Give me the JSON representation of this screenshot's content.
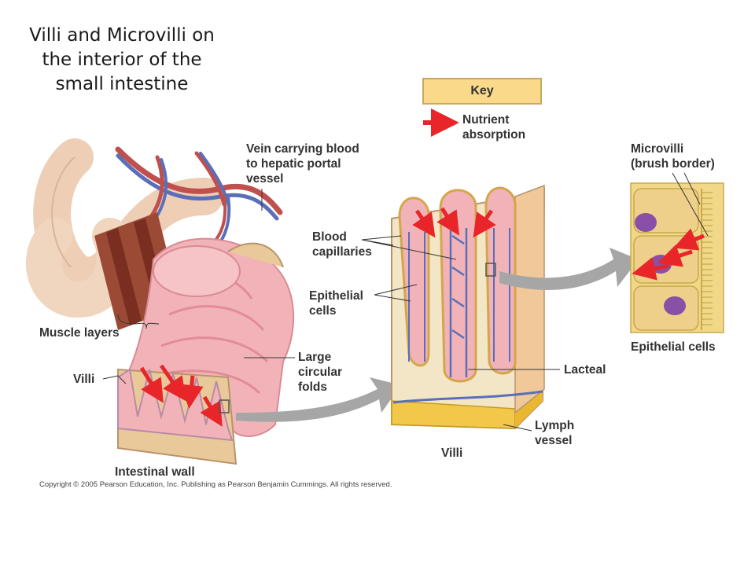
{
  "title": "Villi and Microvilli on the interior of the small intestine",
  "key": {
    "heading": "Key",
    "legend_label": "Nutrient\nabsorption",
    "arrow_color": "#e8262a"
  },
  "labels": {
    "vein": "Vein carrying blood\nto hepatic portal\nvessel",
    "muscle_layers": "Muscle layers",
    "villi_left": "Villi",
    "intestinal_wall": "Intestinal wall",
    "large_circular_folds": "Large\ncircular\nfolds",
    "blood_capillaries": "Blood\ncapillaries",
    "epithelial_cells_mid": "Epithelial\ncells",
    "lacteal": "Lacteal",
    "lymph_vessel": "Lymph\nvessel",
    "villi_bottom": "Villi",
    "microvilli": "Microvilli\n(brush border)",
    "epithelial_cells_right": "Epithelial cells"
  },
  "copyright": "Copyright © 2005 Pearson Education, Inc. Publishing as Pearson Benjamin Cummings. All rights reserved.",
  "colors": {
    "tissue_pink": "#f2b3b8",
    "wall_tan": "#e9c99a",
    "vein_blue": "#5a6fb8",
    "artery_red": "#c0504d",
    "muscle_brown": "#8a3a2a",
    "connector_gray": "#a6a6a6",
    "cell_yellow": "#f1d889",
    "nucleus_purple": "#8a4fa6"
  }
}
